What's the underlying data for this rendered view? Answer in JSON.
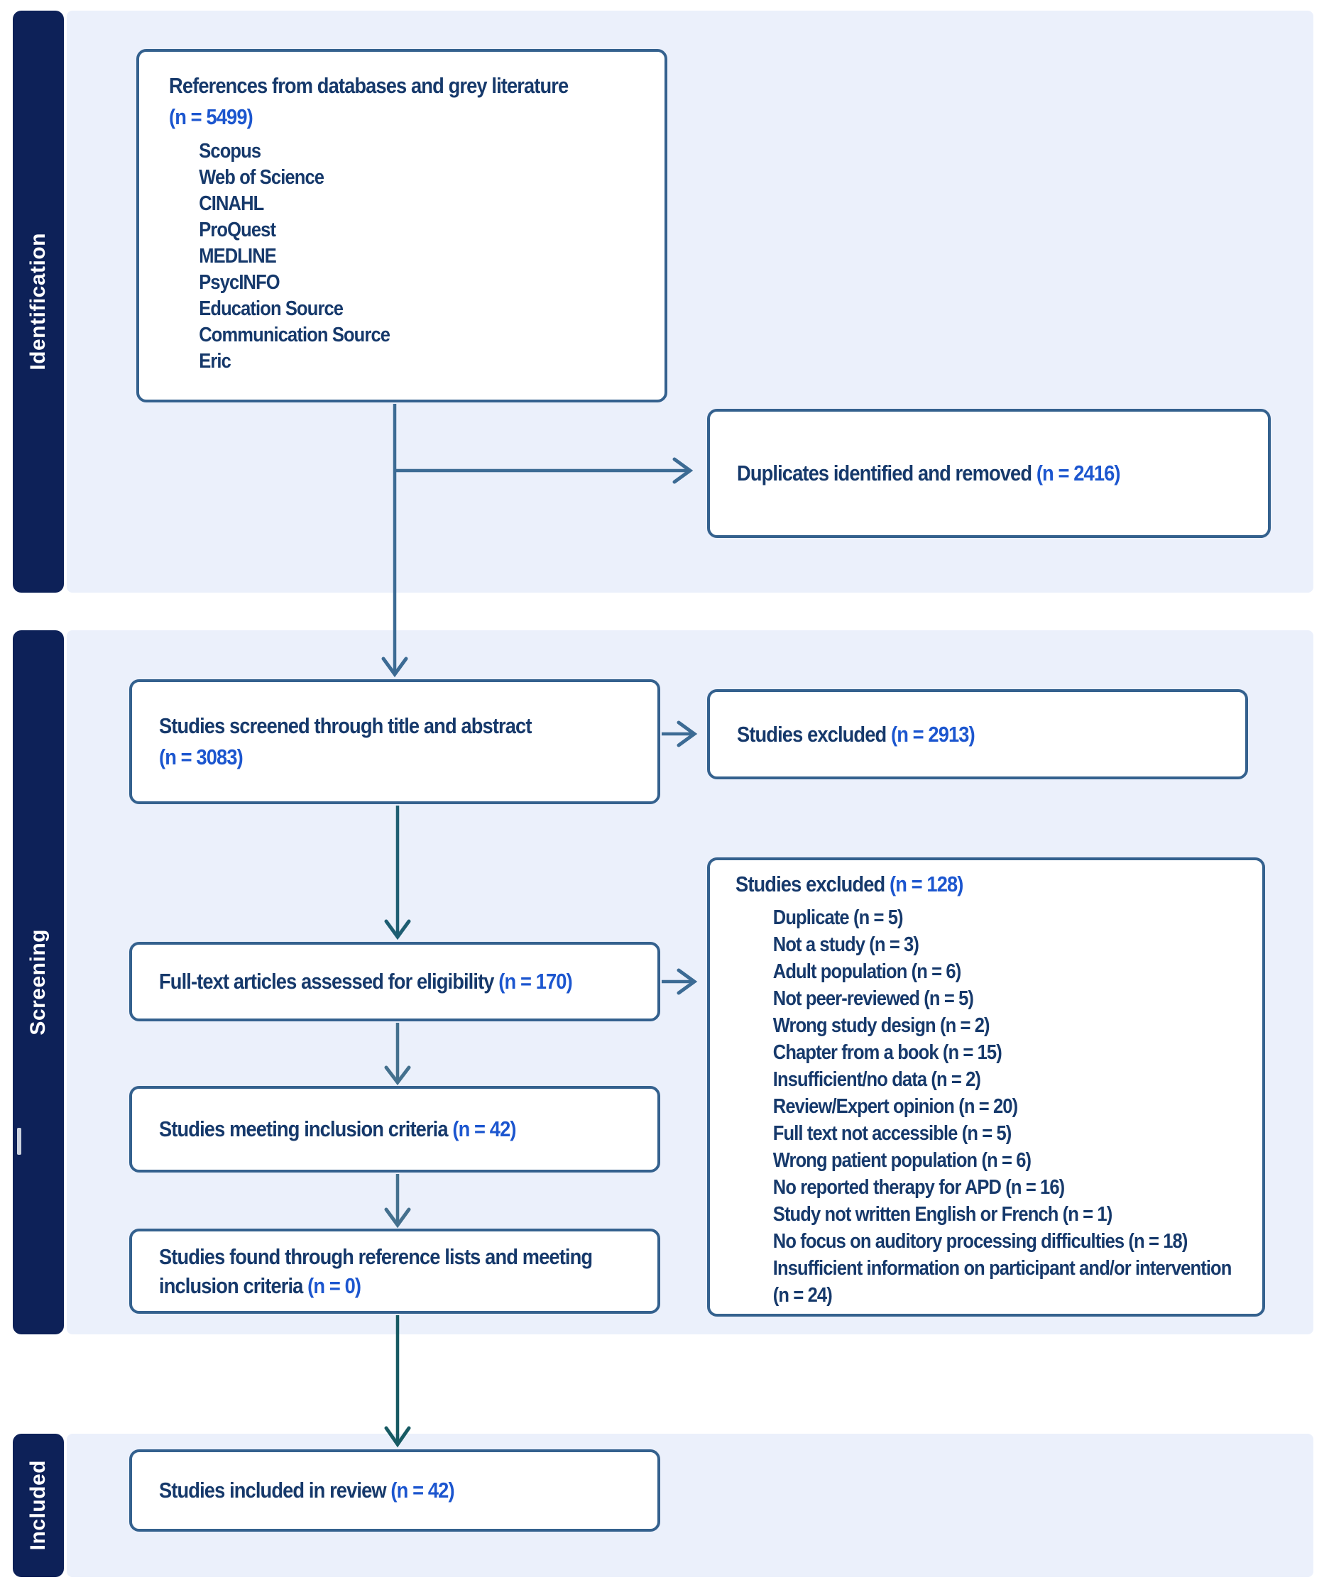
{
  "stages": [
    {
      "label": "Identification"
    },
    {
      "label": "Screening"
    },
    {
      "label": "Included"
    }
  ],
  "boxes": {
    "references": {
      "label": "References from databases and grey literature",
      "n": "(n = 5499)",
      "items": [
        "Scopus",
        "Web of Science",
        "CINAHL",
        "ProQuest",
        "MEDLINE",
        "PsycINFO",
        "Education Source",
        "Communication Source",
        "Eric"
      ]
    },
    "duplicates": {
      "label": "Duplicates identified and removed ",
      "n": "(n = 2416)"
    },
    "screened": {
      "label": "Studies screened through title and abstract",
      "n": "(n = 3083)"
    },
    "excluded_title_abstract": {
      "label": "Studies excluded ",
      "n": "(n = 2913)"
    },
    "excluded_fulltext": {
      "label": "Studies excluded ",
      "n": "(n = 128)",
      "items": [
        "Duplicate (n = 5)",
        "Not a study (n = 3)",
        "Adult population (n = 6)",
        "Not peer-reviewed (n = 5)",
        "Wrong study design (n = 2)",
        "Chapter from a book (n = 15)",
        "Insufficient/no data (n = 2)",
        "Review/Expert opinion (n = 20)",
        "Full text not accessible (n = 5)",
        "Wrong patient population (n = 6)",
        "No reported therapy for APD (n = 16)",
        "Study not written English or French (n = 1)",
        "No focus on auditory processing difficulties (n = 18)",
        "Insufficient information on participant and/or intervention (n = 24)"
      ]
    },
    "fulltext": {
      "label": "Full-text articles assessed for eligibility ",
      "n": "(n = 170)"
    },
    "inclusion": {
      "label": "Studies meeting inclusion criteria ",
      "n": "(n = 42)"
    },
    "reference_lists": {
      "label": "Studies found through reference lists and meeting inclusion criteria ",
      "n": "(n = 0)"
    },
    "included": {
      "label": "Studies included in review ",
      "n": "(n = 42)"
    }
  },
  "colors": {
    "stage_bar_navy": "#0d2158",
    "panel_blue": "#ebf0fb",
    "box_border": "#34618e",
    "text_navy": "#16396b",
    "accent_number_blue": "#1c56cf",
    "arrow_steel": "#3c6b94",
    "arrow_teal": "#1e5e72",
    "arrow_dark_teal": "#175a63"
  }
}
